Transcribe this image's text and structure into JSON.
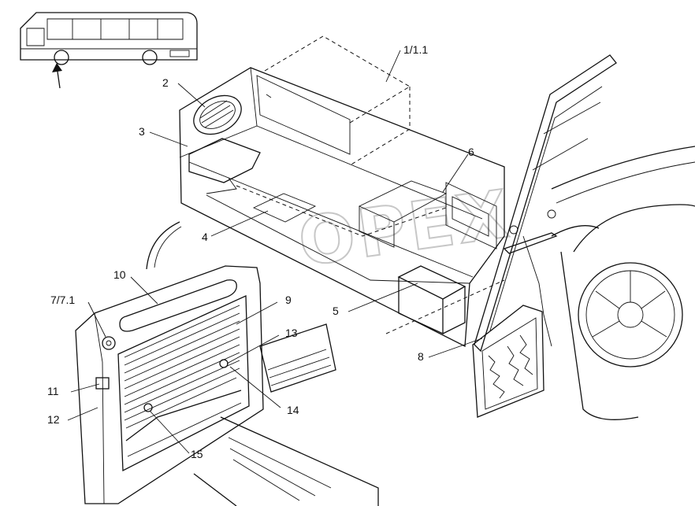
{
  "watermark": "OPEX",
  "callouts": {
    "c1": "1/1.1",
    "c2": "2",
    "c3": "3",
    "c4": "4",
    "c5": "5",
    "c6": "6",
    "c7": "7/7.1",
    "c8": "8",
    "c9": "9",
    "c10": "10",
    "c11": "11",
    "c12": "12",
    "c13": "13",
    "c14": "14",
    "c15": "15"
  }
}
